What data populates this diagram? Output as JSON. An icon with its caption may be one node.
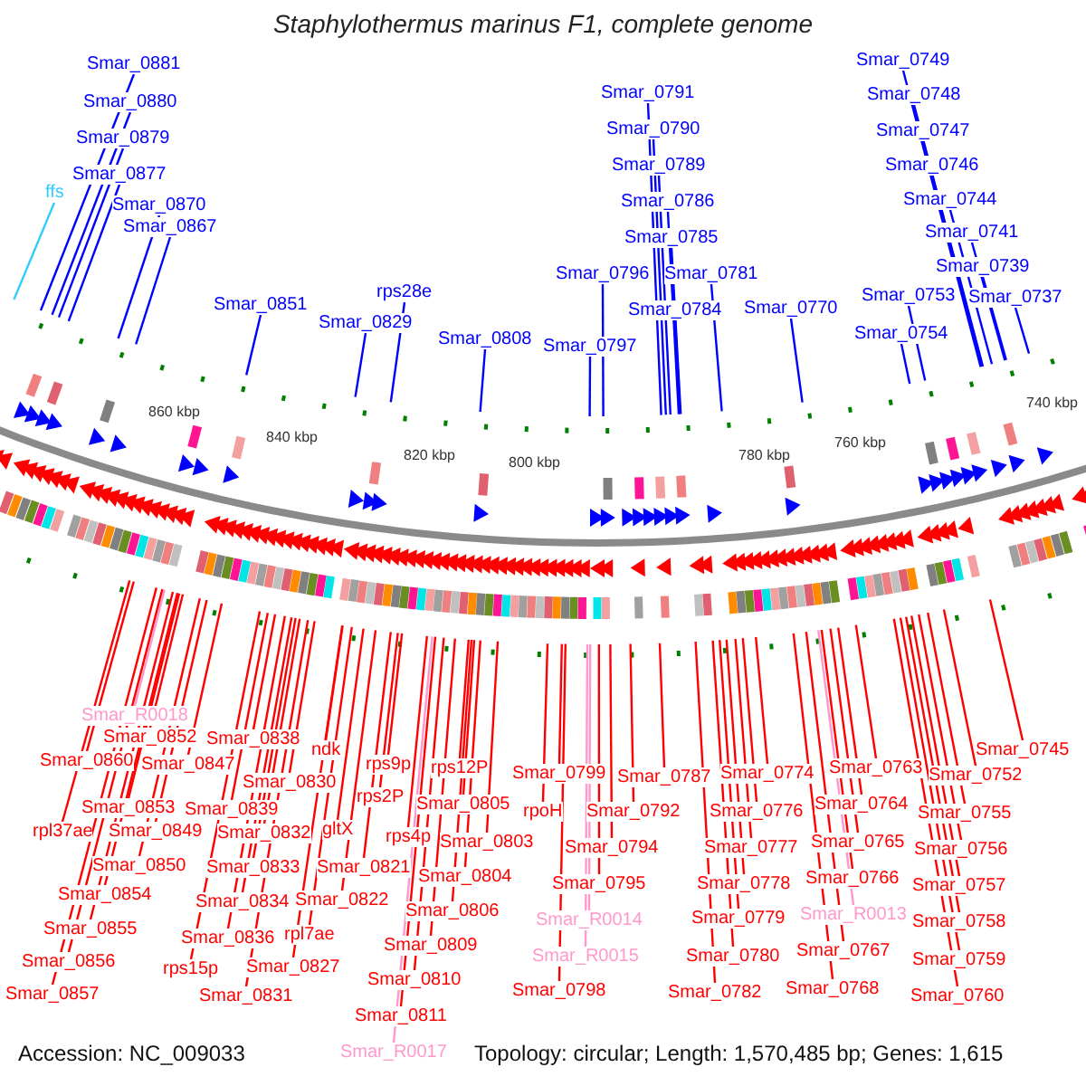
{
  "diagram": {
    "title": "Staphylothermus marinus F1, complete genome",
    "nodes": [
      {
        "text": [
          "Smar_0881"
        ]
      },
      {
        "text": [
          "Smar_0880"
        ]
      },
      {
        "text": [
          "Smar_0879"
        ]
      },
      {
        "text": [
          "Smar_0877"
        ]
      },
      {
        "text": [
          "ffs"
        ]
      },
      {
        "text": [
          "Smar_0870"
        ]
      },
      {
        "text": [
          "Smar_0867"
        ]
      },
      {
        "text": [
          "Smar_0791"
        ]
      },
      {
        "text": [
          "Smar_0790"
        ]
      },
      {
        "text": [
          "Smar_0789"
        ]
      },
      {
        "text": [
          "Smar_0786"
        ]
      },
      {
        "text": [
          "Smar_0785"
        ]
      },
      {
        "text": [
          "Smar_0796"
        ]
      },
      {
        "text": [
          "Smar_0781"
        ]
      },
      {
        "text": [
          "Smar_0784"
        ]
      },
      {
        "text": [
          "Smar_0770"
        ]
      },
      {
        "text": [
          "Smar_0797"
        ]
      },
      {
        "text": [
          "Smar_0808"
        ]
      },
      {
        "text": [
          "rps28e"
        ]
      },
      {
        "text": [
          "Smar_0851"
        ]
      },
      {
        "text": [
          "Smar_0829"
        ]
      },
      {
        "text": [
          "Smar_0749"
        ]
      },
      {
        "text": [
          "Smar_0748"
        ]
      },
      {
        "text": [
          "Smar_0747"
        ]
      },
      {
        "text": [
          "Smar_0746"
        ]
      },
      {
        "text": [
          "Smar_0744"
        ]
      },
      {
        "text": [
          "Smar_0741"
        ]
      },
      {
        "text": [
          "Smar_0739"
        ]
      },
      {
        "text": [
          "Smar_0753"
        ]
      },
      {
        "text": [
          "Smar_0737"
        ]
      },
      {
        "text": [
          "Smar_0754"
        ]
      },
      {
        "text": [
          "Smar_R0018"
        ]
      },
      {
        "text": [
          "Smar_0852"
        ]
      },
      {
        "text": [
          "Smar_0838"
        ]
      },
      {
        "text": [
          "ndk"
        ]
      },
      {
        "text": [
          "Smar_0860"
        ]
      },
      {
        "text": [
          "Smar_0847"
        ]
      },
      {
        "text": [
          "Smar_0830"
        ]
      },
      {
        "text": [
          "Smar_0853"
        ]
      },
      {
        "text": [
          "Smar_0839"
        ]
      },
      {
        "text": [
          "rpl37ae"
        ]
      },
      {
        "text": [
          "Smar_0849"
        ]
      },
      {
        "text": [
          "Smar_0832"
        ]
      },
      {
        "text": [
          "gltX"
        ]
      },
      {
        "text": [
          "Smar_0850"
        ]
      },
      {
        "text": [
          "Smar_0833"
        ]
      },
      {
        "text": [
          "Smar_0854"
        ]
      },
      {
        "text": [
          "Smar_0834"
        ]
      },
      {
        "text": [
          "Smar_0855"
        ]
      },
      {
        "text": [
          "Smar_0836"
        ]
      },
      {
        "text": [
          "rpl7ae"
        ]
      },
      {
        "text": [
          "Smar_0856"
        ]
      },
      {
        "text": [
          "rps15p"
        ]
      },
      {
        "text": [
          "Smar_0827"
        ]
      },
      {
        "text": [
          "Smar_0857"
        ]
      },
      {
        "text": [
          "Smar_0831"
        ]
      },
      {
        "text": [
          "rps9p"
        ]
      },
      {
        "text": [
          "rps12P"
        ]
      },
      {
        "text": [
          "rps2P"
        ]
      },
      {
        "text": [
          "Smar_0805"
        ]
      },
      {
        "text": [
          "rps4p"
        ]
      },
      {
        "text": [
          "Smar_0803"
        ]
      },
      {
        "text": [
          "Smar_0821"
        ]
      },
      {
        "text": [
          "Smar_0804"
        ]
      },
      {
        "text": [
          "Smar_0822"
        ]
      },
      {
        "text": [
          "Smar_0806"
        ]
      },
      {
        "text": [
          "Smar_0809"
        ]
      },
      {
        "text": [
          "Smar_0810"
        ]
      },
      {
        "text": [
          "Smar_0811"
        ]
      },
      {
        "text": [
          "Smar_R0017"
        ]
      },
      {
        "text": [
          "Smar_0799"
        ]
      },
      {
        "text": [
          "Smar_0787"
        ]
      },
      {
        "text": [
          "rpoH"
        ]
      },
      {
        "text": [
          "Smar_0792"
        ]
      },
      {
        "text": [
          "Smar_0794"
        ]
      },
      {
        "text": [
          "Smar_0795"
        ]
      },
      {
        "text": [
          "Smar_R0014"
        ]
      },
      {
        "text": [
          "Smar_R0015"
        ]
      },
      {
        "text": [
          "Smar_0798"
        ]
      },
      {
        "text": [
          "Smar_0774"
        ]
      },
      {
        "text": [
          "Smar_0776"
        ]
      },
      {
        "text": [
          "Smar_0777"
        ]
      },
      {
        "text": [
          "Smar_0778"
        ]
      },
      {
        "text": [
          "Smar_0779"
        ]
      },
      {
        "text": [
          "Smar_0780"
        ]
      },
      {
        "text": [
          "Smar_0782"
        ]
      },
      {
        "text": [
          "Smar_0763"
        ]
      },
      {
        "text": [
          "Smar_0764"
        ]
      },
      {
        "text": [
          "Smar_0765"
        ]
      },
      {
        "text": [
          "Smar_0766"
        ]
      },
      {
        "text": [
          "Smar_R0013"
        ]
      },
      {
        "text": [
          "Smar_0767"
        ]
      },
      {
        "text": [
          "Smar_0768"
        ]
      },
      {
        "text": [
          "Smar_0745"
        ]
      },
      {
        "text": [
          "Smar_0752"
        ]
      },
      {
        "text": [
          "Smar_0755"
        ]
      },
      {
        "text": [
          "Smar_0756"
        ]
      },
      {
        "text": [
          "Smar_0757"
        ]
      },
      {
        "text": [
          "Smar_0758"
        ]
      },
      {
        "text": [
          "Smar_0759"
        ]
      },
      {
        "text": [
          "Smar_0760"
        ]
      }
    ],
    "edges": [
      {
        "from": 0,
        "to": null,
        "arrow": "none",
        "color": "#0000ff"
      },
      {
        "from": 1,
        "to": null,
        "arrow": "none",
        "color": "#0000ff"
      },
      {
        "from": 2,
        "to": null,
        "arrow": "none",
        "color": "#0000ff"
      },
      {
        "from": 3,
        "to": null,
        "arrow": "none",
        "color": "#0000ff"
      },
      {
        "from": 4,
        "to": null,
        "arrow": "none",
        "color": "#33ccff"
      },
      {
        "from": 5,
        "to": null,
        "arrow": "none",
        "color": "#0000ff"
      },
      {
        "from": 6,
        "to": null,
        "arrow": "none",
        "color": "#0000ff"
      },
      {
        "from": 7,
        "to": null,
        "arrow": "none",
        "color": "#0000ff"
      },
      {
        "from": 8,
        "to": null,
        "arrow": "none",
        "color": "#0000ff"
      },
      {
        "from": 9,
        "to": null,
        "arrow": "none",
        "color": "#0000ff"
      },
      {
        "from": 10,
        "to": null,
        "arrow": "none",
        "color": "#0000ff"
      },
      {
        "from": 11,
        "to": null,
        "arrow": "none",
        "color": "#0000ff"
      },
      {
        "from": 12,
        "to": null,
        "arrow": "none",
        "color": "#0000ff"
      },
      {
        "from": 13,
        "to": null,
        "arrow": "none",
        "color": "#0000ff"
      },
      {
        "from": 14,
        "to": null,
        "arrow": "none",
        "color": "#0000ff"
      },
      {
        "from": 15,
        "to": null,
        "arrow": "none",
        "color": "#0000ff"
      },
      {
        "from": 16,
        "to": null,
        "arrow": "none",
        "color": "#0000ff"
      },
      {
        "from": 17,
        "to": null,
        "arrow": "none",
        "color": "#0000ff"
      },
      {
        "from": 18,
        "to": null,
        "arrow": "none",
        "color": "#0000ff"
      },
      {
        "from": 19,
        "to": null,
        "arrow": "none",
        "color": "#0000ff"
      },
      {
        "from": 20,
        "to": null,
        "arrow": "none",
        "color": "#0000ff"
      },
      {
        "from": 21,
        "to": null,
        "arrow": "none",
        "color": "#0000ff"
      },
      {
        "from": 22,
        "to": null,
        "arrow": "none",
        "color": "#0000ff"
      },
      {
        "from": 23,
        "to": null,
        "arrow": "none",
        "color": "#0000ff"
      },
      {
        "from": 24,
        "to": null,
        "arrow": "none",
        "color": "#0000ff"
      },
      {
        "from": 25,
        "to": null,
        "arrow": "none",
        "color": "#0000ff"
      },
      {
        "from": 26,
        "to": null,
        "arrow": "none",
        "color": "#0000ff"
      },
      {
        "from": 27,
        "to": null,
        "arrow": "none",
        "color": "#0000ff"
      },
      {
        "from": 28,
        "to": null,
        "arrow": "none",
        "color": "#0000ff"
      },
      {
        "from": 29,
        "to": null,
        "arrow": "none",
        "color": "#0000ff"
      },
      {
        "from": 30,
        "to": null,
        "arrow": "none",
        "color": "#0000ff"
      },
      {
        "from": 31,
        "to": null,
        "arrow": "none",
        "color": "#ff99cc"
      },
      {
        "from": 32,
        "to": null,
        "arrow": "none"
      },
      {
        "from": 33,
        "to": null,
        "arrow": "none"
      },
      {
        "from": 34,
        "to": null,
        "arrow": "none"
      },
      {
        "from": 35,
        "to": null,
        "arrow": "none"
      },
      {
        "from": 36,
        "to": null,
        "arrow": "none"
      },
      {
        "from": 37,
        "to": null,
        "arrow": "none"
      },
      {
        "from": 38,
        "to": null,
        "arrow": "none"
      },
      {
        "from": 39,
        "to": null,
        "arrow": "none"
      },
      {
        "from": 40,
        "to": null,
        "arrow": "none"
      },
      {
        "from": 41,
        "to": null,
        "arrow": "none"
      },
      {
        "from": 42,
        "to": null,
        "arrow": "none"
      },
      {
        "from": 43,
        "to": null,
        "arrow": "none"
      },
      {
        "from": 44,
        "to": null,
        "arrow": "none"
      },
      {
        "from": 45,
        "to": null,
        "arrow": "none"
      },
      {
        "from": 46,
        "to": null,
        "arrow": "none"
      },
      {
        "from": 47,
        "to": null,
        "arrow": "none"
      },
      {
        "from": 48,
        "to": null,
        "arrow": "none"
      },
      {
        "from": 49,
        "to": null,
        "arrow": "none"
      },
      {
        "from": 50,
        "to": null,
        "arrow": "none"
      },
      {
        "from": 51,
        "to": null,
        "arrow": "none"
      },
      {
        "from": 52,
        "to": null,
        "arrow": "none"
      },
      {
        "from": 53,
        "to": null,
        "arrow": "none"
      },
      {
        "from": 54,
        "to": null,
        "arrow": "none"
      },
      {
        "from": 55,
        "to": null,
        "arrow": "none"
      },
      {
        "from": 56,
        "to": null,
        "arrow": "none"
      },
      {
        "from": 57,
        "to": null,
        "arrow": "none"
      },
      {
        "from": 58,
        "to": null,
        "arrow": "none"
      },
      {
        "from": 59,
        "to": null,
        "arrow": "none"
      },
      {
        "from": 60,
        "to": null,
        "arrow": "none"
      },
      {
        "from": 61,
        "to": null,
        "arrow": "none"
      },
      {
        "from": 62,
        "to": null,
        "arrow": "none"
      },
      {
        "from": 63,
        "to": null,
        "arrow": "none"
      },
      {
        "from": 64,
        "to": null,
        "arrow": "none"
      },
      {
        "from": 65,
        "to": null,
        "arrow": "none"
      },
      {
        "from": 66,
        "to": null,
        "arrow": "none"
      },
      {
        "from": 67,
        "to": null,
        "arrow": "none"
      },
      {
        "from": 68,
        "to": null,
        "arrow": "none"
      },
      {
        "from": 69,
        "to": null,
        "arrow": "none",
        "color": "#ff99cc"
      },
      {
        "from": 70,
        "to": null,
        "arrow": "none"
      },
      {
        "from": 71,
        "to": null,
        "arrow": "none"
      },
      {
        "from": 72,
        "to": null,
        "arrow": "none"
      },
      {
        "from": 73,
        "to": null,
        "arrow": "none"
      },
      {
        "from": 74,
        "to": null,
        "arrow": "none"
      },
      {
        "from": 75,
        "to": null,
        "arrow": "none"
      },
      {
        "from": 76,
        "to": null,
        "arrow": "none",
        "color": "#ff99cc"
      },
      {
        "from": 77,
        "to": null,
        "arrow": "none",
        "color": "#ff99cc"
      },
      {
        "from": 78,
        "to": null,
        "arrow": "none"
      },
      {
        "from": 79,
        "to": null,
        "arrow": "none"
      },
      {
        "from": 80,
        "to": null,
        "arrow": "none"
      },
      {
        "from": 81,
        "to": null,
        "arrow": "none"
      },
      {
        "from": 82,
        "to": null,
        "arrow": "none"
      },
      {
        "from": 83,
        "to": null,
        "arrow": "none"
      },
      {
        "from": 84,
        "to": null,
        "arrow": "none"
      },
      {
        "from": 85,
        "to": null,
        "arrow": "none"
      },
      {
        "from": 86,
        "to": null,
        "arrow": "none"
      },
      {
        "from": 87,
        "to": null,
        "arrow": "none"
      },
      {
        "from": 88,
        "to": null,
        "arrow": "none"
      },
      {
        "from": 89,
        "to": null,
        "arrow": "none"
      },
      {
        "from": 90,
        "to": null,
        "arrow": "none",
        "color": "#ff99cc"
      },
      {
        "from": 91,
        "to": null,
        "arrow": "none"
      },
      {
        "from": 92,
        "to": null,
        "arrow": "none"
      },
      {
        "from": 93,
        "to": null,
        "arrow": "none"
      },
      {
        "from": 94,
        "to": null,
        "arrow": "none"
      },
      {
        "from": 95,
        "to": null,
        "arrow": "none"
      },
      {
        "from": 96,
        "to": null,
        "arrow": "none"
      },
      {
        "from": 97,
        "to": null,
        "arrow": "none"
      },
      {
        "from": 98,
        "to": null,
        "arrow": "none"
      },
      {
        "from": 99,
        "to": null,
        "arrow": "none"
      },
      {
        "from": 100,
        "to": null,
        "arrow": "none"
      }
    ],
    "labels": [
      "860 kbp",
      "840 kbp",
      "820 kbp",
      "800 kbp",
      "780 kbp",
      "760 kbp",
      "740 kbp",
      "Accession: NC_009033",
      "Topology: circular; Length: 1,570,485 bp; Genes: 1,615"
    ]
  }
}
